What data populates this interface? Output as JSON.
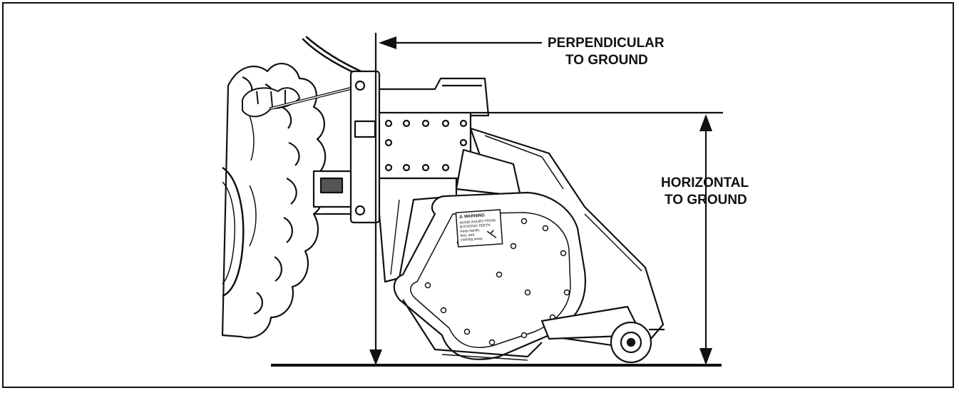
{
  "labels": {
    "perpendicular_line1": "PERPENDICULAR",
    "perpendicular_line2": "TO GROUND",
    "horizontal_line1": "HORIZONTAL",
    "horizontal_line2": "TO GROUND"
  },
  "decal": {
    "title": "⚠ WARNING",
    "line1": "AVOID INJURY FROM",
    "line2": "ROTATING TEETH",
    "line3": "Keep hands,",
    "line4": "feet, and",
    "line5": "clothing away."
  },
  "colors": {
    "ink": "#111111",
    "background": "#ffffff"
  }
}
